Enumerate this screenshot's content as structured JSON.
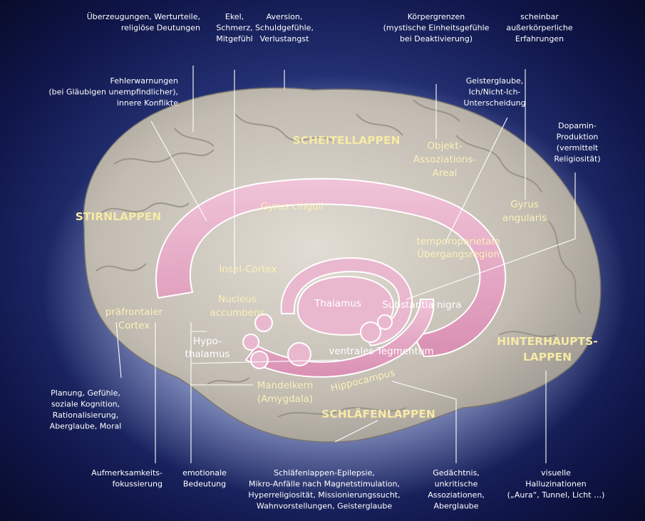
{
  "lobes": {
    "stirnlappen": "STIRNLAPPEN",
    "scheitellappen": "SCHEITELLAPPEN",
    "hinterhaupt_1": "HINTERHAUPTS-",
    "hinterhaupt_2": "LAPPEN",
    "schlaefenlappen": "SCHLÄFENLAPPEN"
  },
  "regions": {
    "gyrus_cinguli": "Gyrus cinguli",
    "insel_cortex": "Insel-Cortex",
    "nucleus_1": "Nucleus",
    "nucleus_2": "accumbens",
    "thalamus": "Thalamus",
    "substantia_nigra": "Substantia nigra",
    "hypo_1": "Hypo-",
    "hypo_2": "thalamus",
    "ventrales": "ventrales Tegmentum",
    "mandel_1": "Mandelkern",
    "mandel_2": "(Amygdala)",
    "hippocampus": "Hippocampus",
    "praefrontal_1": "präfrontaler",
    "praefrontal_2": "Cortex",
    "objekt_1": "Objekt-",
    "objekt_2": "Assoziations-",
    "objekt_3": "Areal",
    "gyrus_ang_1": "Gyrus",
    "gyrus_ang_2": "angularis",
    "temporo_1": "temporoparietale",
    "temporo_2": "Übergangsregion"
  },
  "annotations": {
    "top_ueberzeugungen": [
      "Überzeugungen, Werturteile,",
      "religiöse Deutungen"
    ],
    "top_ekel": [
      "Ekel,",
      "Schmerz,",
      "Mitgefühl"
    ],
    "top_aversion": [
      "Aversion,",
      "Schuldgefühle,",
      "Verlustangst"
    ],
    "top_koerpergrenzen": [
      "Körpergrenzen",
      "(mystische Einheitsgefühle",
      "bei Deaktivierung)"
    ],
    "top_scheinbar": [
      "scheinbar",
      "außerkörperliche",
      "Erfahrungen"
    ],
    "left_fehler": [
      "Fehlerwarnungen",
      "(bei Gläubigen unempfindlicher),",
      "innere Konflikte"
    ],
    "right_geister": [
      "Geisterglaube,",
      "Ich/Nicht-Ich-",
      "Unterscheidung"
    ],
    "right_dopamin": [
      "Dopamin-",
      "Produktion",
      "(vermittelt",
      "Religiosität)"
    ],
    "left_planung": [
      "Planung, Gefühle,",
      "soziale Kognition,",
      "Rationalisierung,",
      "Aberglaube, Moral"
    ],
    "bottom_aufmerksam": [
      "Aufmerksamkeits-",
      "fokussierung"
    ],
    "bottom_emotional": [
      "emotionale",
      "Bedeutung"
    ],
    "bottom_schlaefen": [
      "Schläfenlappen-Epilepsie,",
      "Mikro-Anfälle nach Magnetstimulation,",
      "Hyperreligiosität, Missionierungssucht,",
      "Wahnvorstellungen, Geisterglaube"
    ],
    "bottom_gedaechtnis": [
      "Gedächtnis,",
      "unkritische",
      "Assoziationen,",
      "Aberglaube"
    ],
    "bottom_visuell": [
      "visuelle",
      "Halluzinationen",
      "(„Aura“, Tunnel, Licht …)"
    ]
  },
  "colors": {
    "background": "#0b1038",
    "brain": "#c9c4bc",
    "limbic": "#e8b4cc",
    "lobe_text": "#f7e9a6",
    "annotation_text": "#ffffff"
  }
}
